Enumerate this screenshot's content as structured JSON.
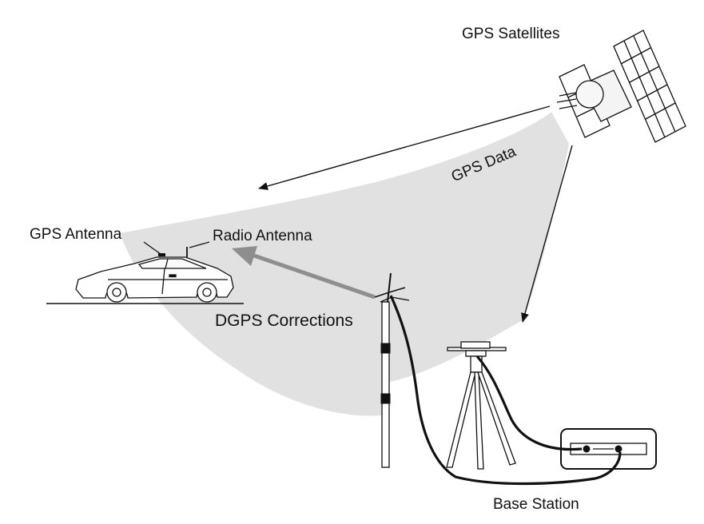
{
  "labels": {
    "satellites": "GPS Satellites",
    "gps_data": "GPS Data",
    "gps_antenna": "GPS Antenna",
    "radio_antenna": "Radio Antenna",
    "dgps_corrections": "DGPS Corrections",
    "base_station": "Base Station"
  },
  "colors": {
    "coverage": "#e1e1e1",
    "line": "#111111",
    "correction_arrow": "#8e8e8e"
  }
}
